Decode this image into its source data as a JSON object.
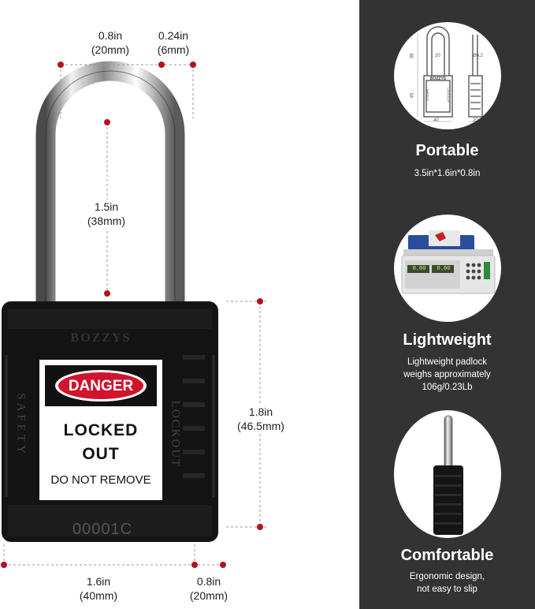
{
  "product": {
    "brand": "BOZZYS",
    "side_left": "SAFETY",
    "side_right": "LOCKOUT",
    "serial": "00001C",
    "tag": {
      "danger": "DANGER",
      "line1": "LOCKED",
      "line2": "OUT",
      "line3": "DO NOT REMOVE"
    }
  },
  "dimensions": {
    "shackle_width": {
      "in": "0.8in",
      "mm": "(20mm)"
    },
    "shackle_dia": {
      "in": "0.24in",
      "mm": "(6mm)"
    },
    "shackle_height": {
      "in": "1.5in",
      "mm": "(38mm)"
    },
    "body_height": {
      "in": "1.8in",
      "mm": "(46.5mm)"
    },
    "body_width": {
      "in": "1.6in",
      "mm": "(40mm)"
    },
    "body_depth": {
      "in": "0.8in",
      "mm": "(20mm)"
    }
  },
  "features": [
    {
      "title": "Portable",
      "desc": [
        "3.5in*1.6in*0.8in"
      ]
    },
    {
      "title": "Lightweight",
      "desc": [
        "Lightweight padlock",
        "weighs approximately",
        "106g/0.23Lb"
      ]
    },
    {
      "title": "Comfortable",
      "desc": [
        "Ergonomic design,",
        "not easy to slip"
      ]
    }
  ],
  "drawing": {
    "labels": [
      "38",
      "45",
      "20",
      "Ø6.2",
      "40",
      "20"
    ],
    "brand": "BOZZYS",
    "side_left": "SAFETY",
    "side_right": "LOCKOUT"
  },
  "scale_display": {
    "left": "0.00",
    "right": "0.00"
  },
  "colors": {
    "dot": "#b5121b",
    "danger_red": "#d0142c",
    "panel": "#333333",
    "lock_body": "#141414"
  }
}
